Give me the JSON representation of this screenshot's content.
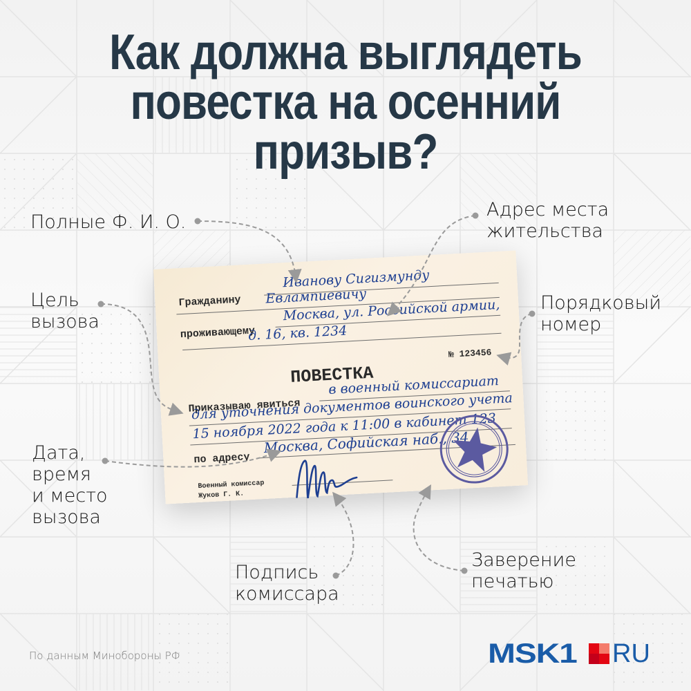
{
  "title": {
    "lines": [
      "Как должна выглядеть",
      "повестка на осенний",
      "призыв?"
    ],
    "color": "#263847"
  },
  "callouts": {
    "full_name": "Полные Ф. И. О.",
    "address": [
      "Адрес места",
      "жительства"
    ],
    "purpose": [
      "Цель",
      "вызова"
    ],
    "serial": [
      "Порядковый",
      "номер"
    ],
    "datetime": [
      "Дата,",
      "время",
      "и место",
      "вызова"
    ],
    "signature": [
      "Подпись",
      "комиссара"
    ],
    "stamp": [
      "Заверение",
      "печатью"
    ]
  },
  "summons": {
    "citizen_label": "Гражданину",
    "citizen_name_1": "Иванову Сигизмунду",
    "citizen_name_2": "Евлампиевичу",
    "resident_label": "проживающему",
    "address_1": "Москва, ул. Российской армии,",
    "address_2": "д. 16, кв. 1234",
    "number": "№ 123456",
    "heading": "ПОВЕСТКА",
    "order_label": "Приказываю явиться",
    "order_1": "в военный комиссариат",
    "order_2": "для уточнения документов воинского учета",
    "order_3": "15 ноября 2022 года к 11:00 в кабинет 123",
    "at_address_label": "по адресу",
    "at_address": "Москва, Софийская наб., 34",
    "commissar_title": "Военный комиссар",
    "commissar_name": "Жуков Г. К.",
    "ink_color": "#1e3f91",
    "stamp_color": "#5b5aa0"
  },
  "footer": {
    "source": "По данным Минобороны РФ"
  },
  "logo": {
    "text": "MSK1",
    "suffix": "RU",
    "blue": "#1a5ca8",
    "squares": [
      "#e30613",
      "#f47b6b",
      "#c4001a",
      "#e30613"
    ]
  }
}
